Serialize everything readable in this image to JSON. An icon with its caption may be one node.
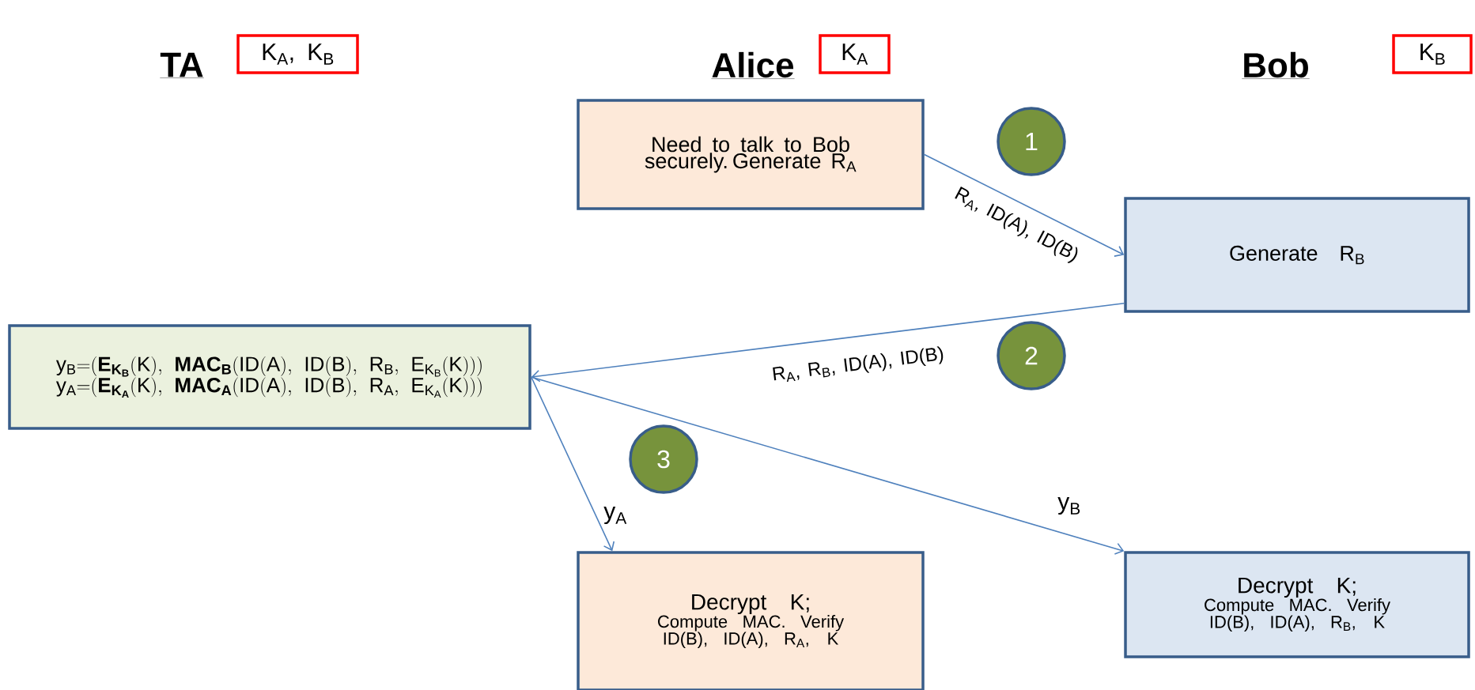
{
  "diagram": {
    "nodes": [
      {
        "text": [
          "K$_{A}$, K$_{B}$"
        ]
      },
      {
        "text": [
          "K$_{A}$"
        ]
      },
      {
        "text": [
          "K$_{B}$"
        ]
      },
      {
        "text": [
          "Need to talk to Bob securely. Generate R$_{A}$"
        ]
      },
      {
        "text": [
          "Generate R$_{B}$"
        ]
      },
      {
        "text": [
          "\\mathrm{y_B{=}(\\mathbf{E_{K_B}}(K),\\ \\mathbf{MAC_B}(ID(A),\\ ID(B),\\ R_B,\\ E_{K_B}(K)))}",
          "\\mathrm{y_A{=}(\\mathbf{E_{K_A}}(K),\\ \\mathbf{MAC_A}(ID(A),\\ ID(B),\\ R_A,\\ E_{K_A}(K)))}"
        ]
      },
      {
        "text": [
          "1"
        ]
      },
      {
        "text": [
          "2"
        ]
      },
      {
        "text": [
          "3"
        ]
      },
      {
        "text": [
          "Decrypt K;",
          "Compute MAC. Verify ID(B), ID(A), R$_{A}$, K"
        ]
      },
      {
        "text": [
          "Decrypt K;",
          "Compute MAC. Verify ID(B), ID(A), R$_{B}$, K"
        ]
      }
    ],
    "edges": [
      {
        "from": 3,
        "to": 4,
        "arrow": "to",
        "label": "R$_{A}$, ID(A), ID(B)"
      },
      {
        "from": 4,
        "to": 5,
        "arrow": "to",
        "label": "R$_{A}$, R$_{B}$, ID(A), ID(B)"
      },
      {
        "from": 5,
        "to": 9,
        "arrow": "to",
        "label": "y$_{A}$"
      },
      {
        "from": 5,
        "to": 10,
        "arrow": "to",
        "label": "y$_{B}$"
      }
    ],
    "labels": [
      "TA",
      "Alice",
      "Bob"
    ]
  }
}
